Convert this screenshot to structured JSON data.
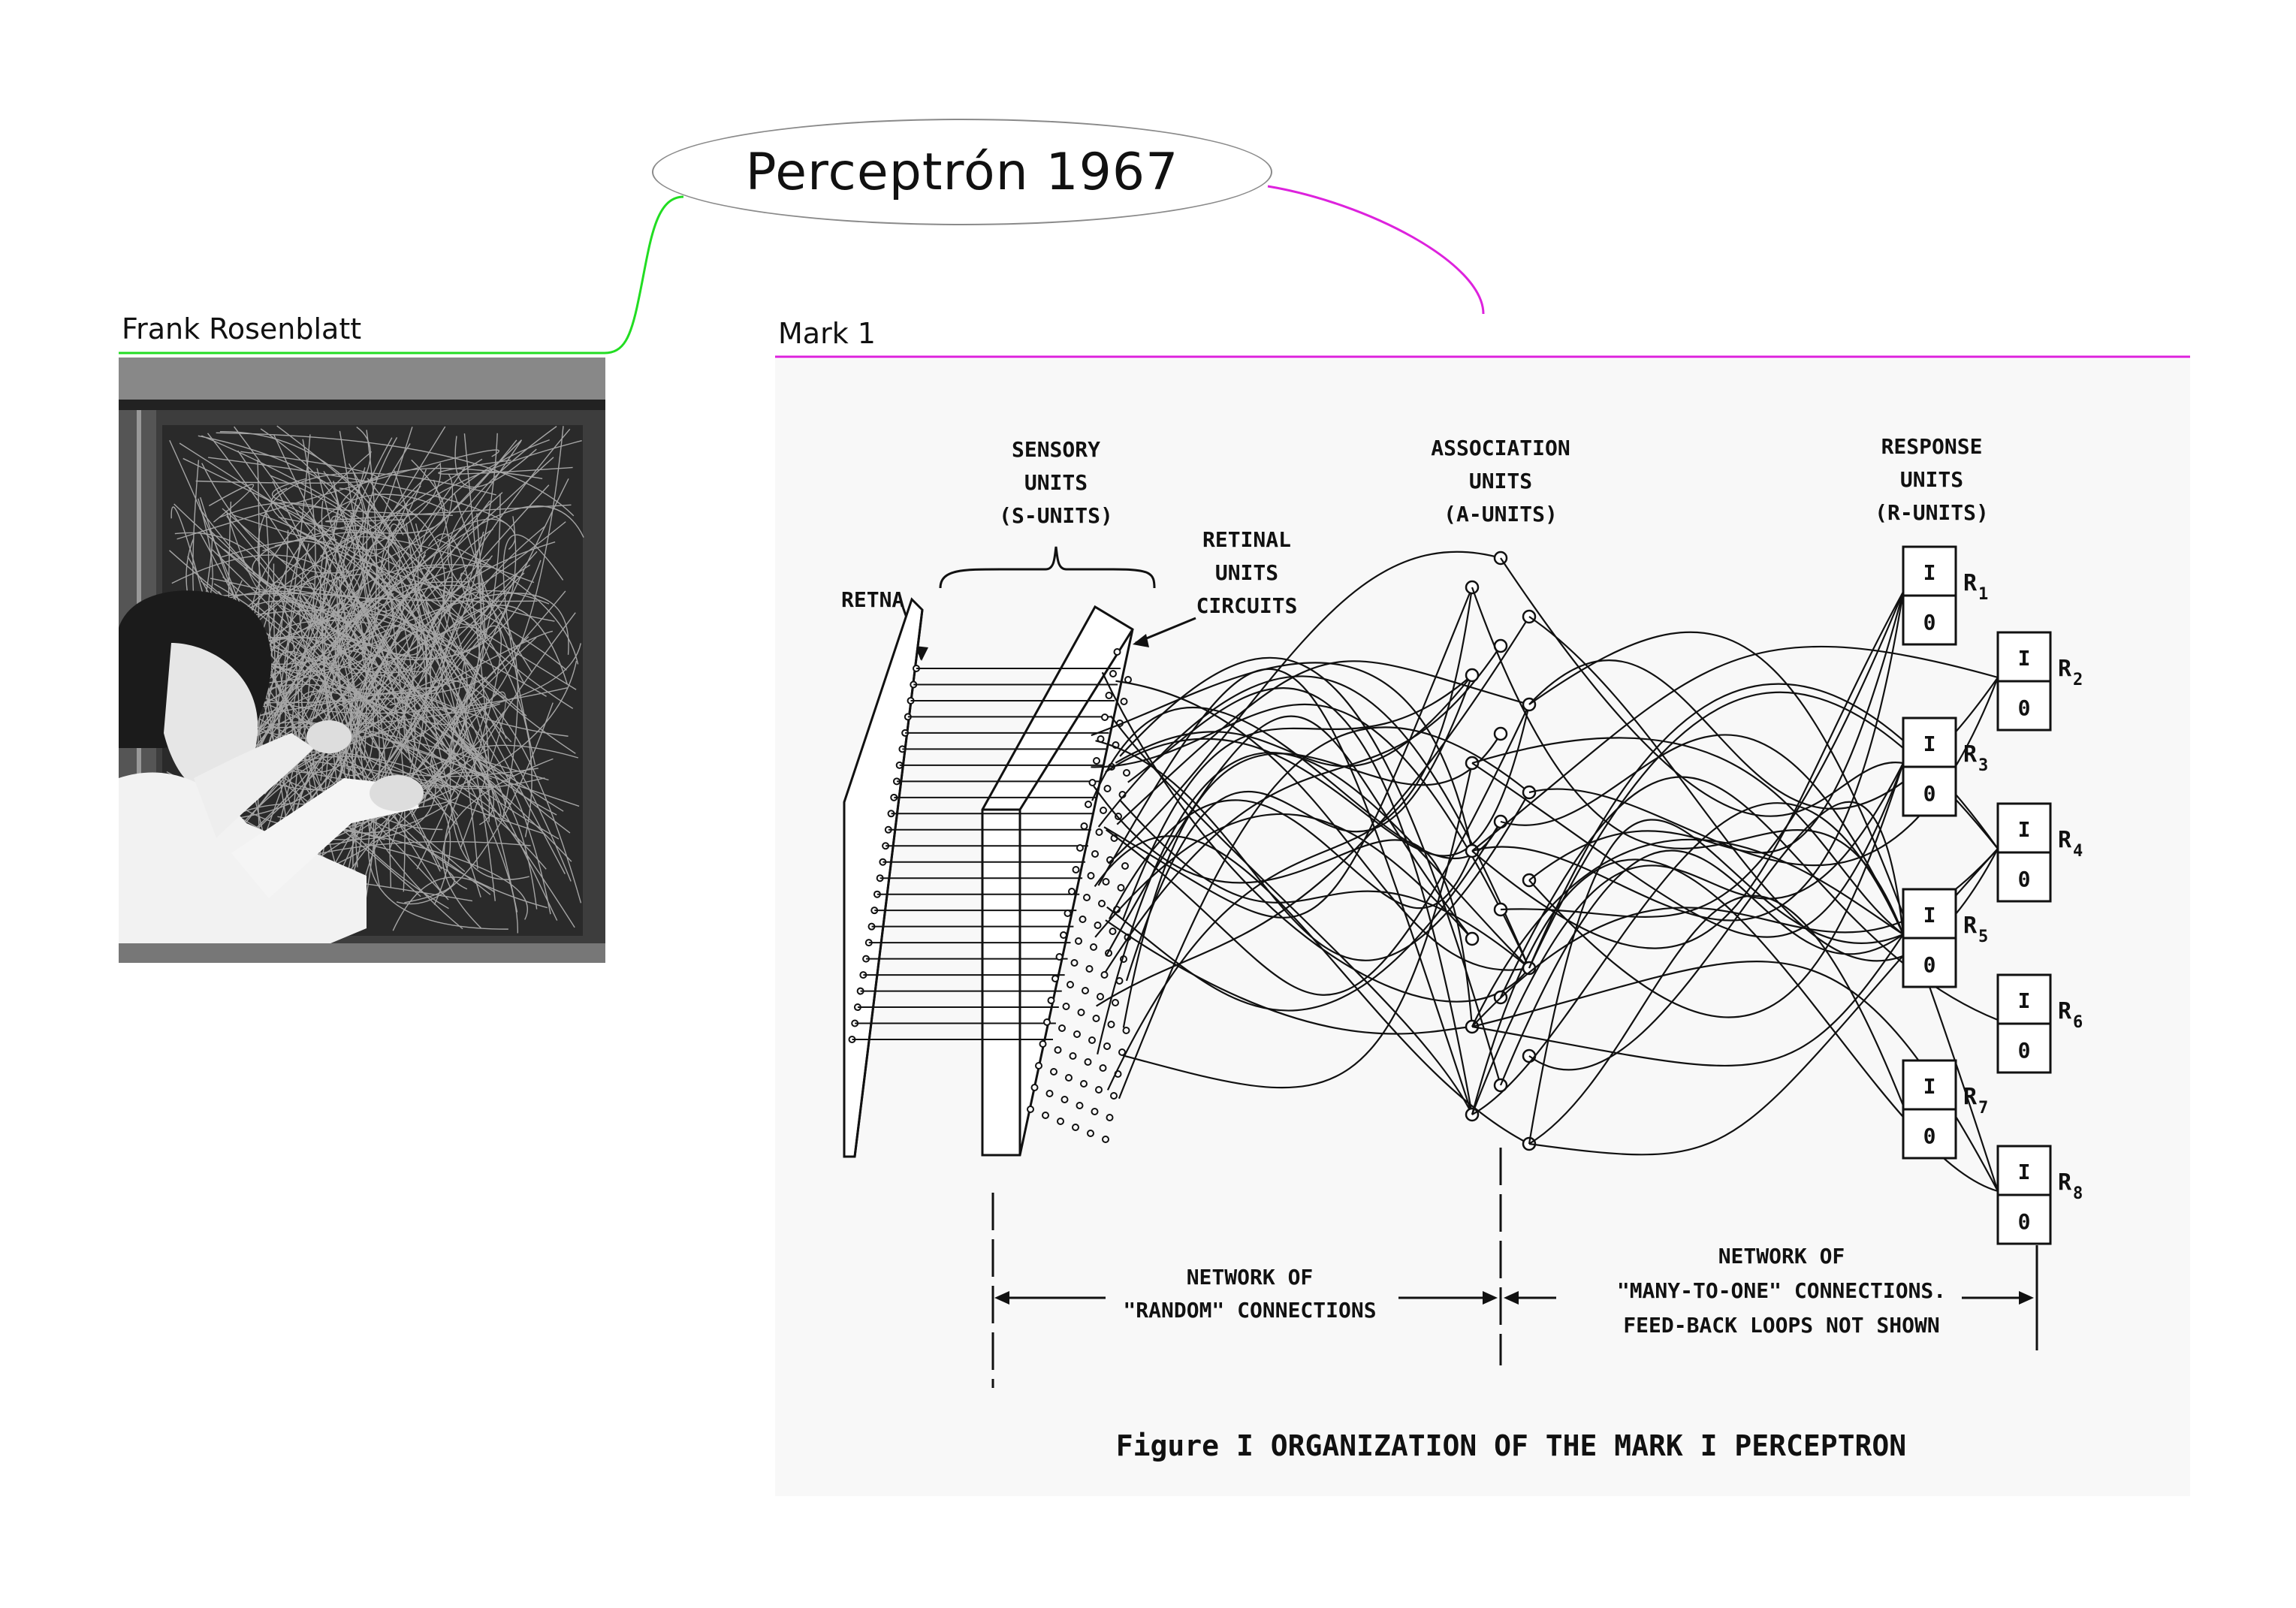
{
  "central_topic": {
    "label": "Perceptrón 1967"
  },
  "branches": [
    {
      "label": "Frank Rosenblatt",
      "color": "#22dd22"
    },
    {
      "label": "Mark 1",
      "color": "#dd22dd"
    }
  ],
  "diagram": {
    "headers": {
      "sensory": [
        "SENSORY",
        "UNITS",
        "(S-UNITS)"
      ],
      "retinal": [
        "RETINAL",
        "UNITS",
        "CIRCUITS"
      ],
      "association": [
        "ASSOCIATION",
        "UNITS",
        "(A-UNITS)"
      ],
      "response": [
        "RESPONSE",
        "UNITS",
        "(R-UNITS)"
      ]
    },
    "retina_label": "RETNA",
    "response_units": [
      {
        "label": "R",
        "sub": "1",
        "top": "I",
        "bottom": "0"
      },
      {
        "label": "R",
        "sub": "2",
        "top": "I",
        "bottom": "0"
      },
      {
        "label": "R",
        "sub": "3",
        "top": "I",
        "bottom": "0"
      },
      {
        "label": "R",
        "sub": "4",
        "top": "I",
        "bottom": "0"
      },
      {
        "label": "R",
        "sub": "5",
        "top": "I",
        "bottom": "0"
      },
      {
        "label": "R",
        "sub": "6",
        "top": "I",
        "bottom": "0"
      },
      {
        "label": "R",
        "sub": "7",
        "top": "I",
        "bottom": "0"
      },
      {
        "label": "R",
        "sub": "8",
        "top": "I",
        "bottom": "0"
      }
    ],
    "network_random": [
      "NETWORK OF",
      "\"RANDOM\" CONNECTIONS"
    ],
    "network_many": [
      "NETWORK OF",
      "\"MANY-TO-ONE\" CONNECTIONS.",
      "FEED-BACK LOOPS NOT SHOWN"
    ],
    "caption": "Figure I  ORGANIZATION OF THE MARK I PERCEPTRON"
  }
}
